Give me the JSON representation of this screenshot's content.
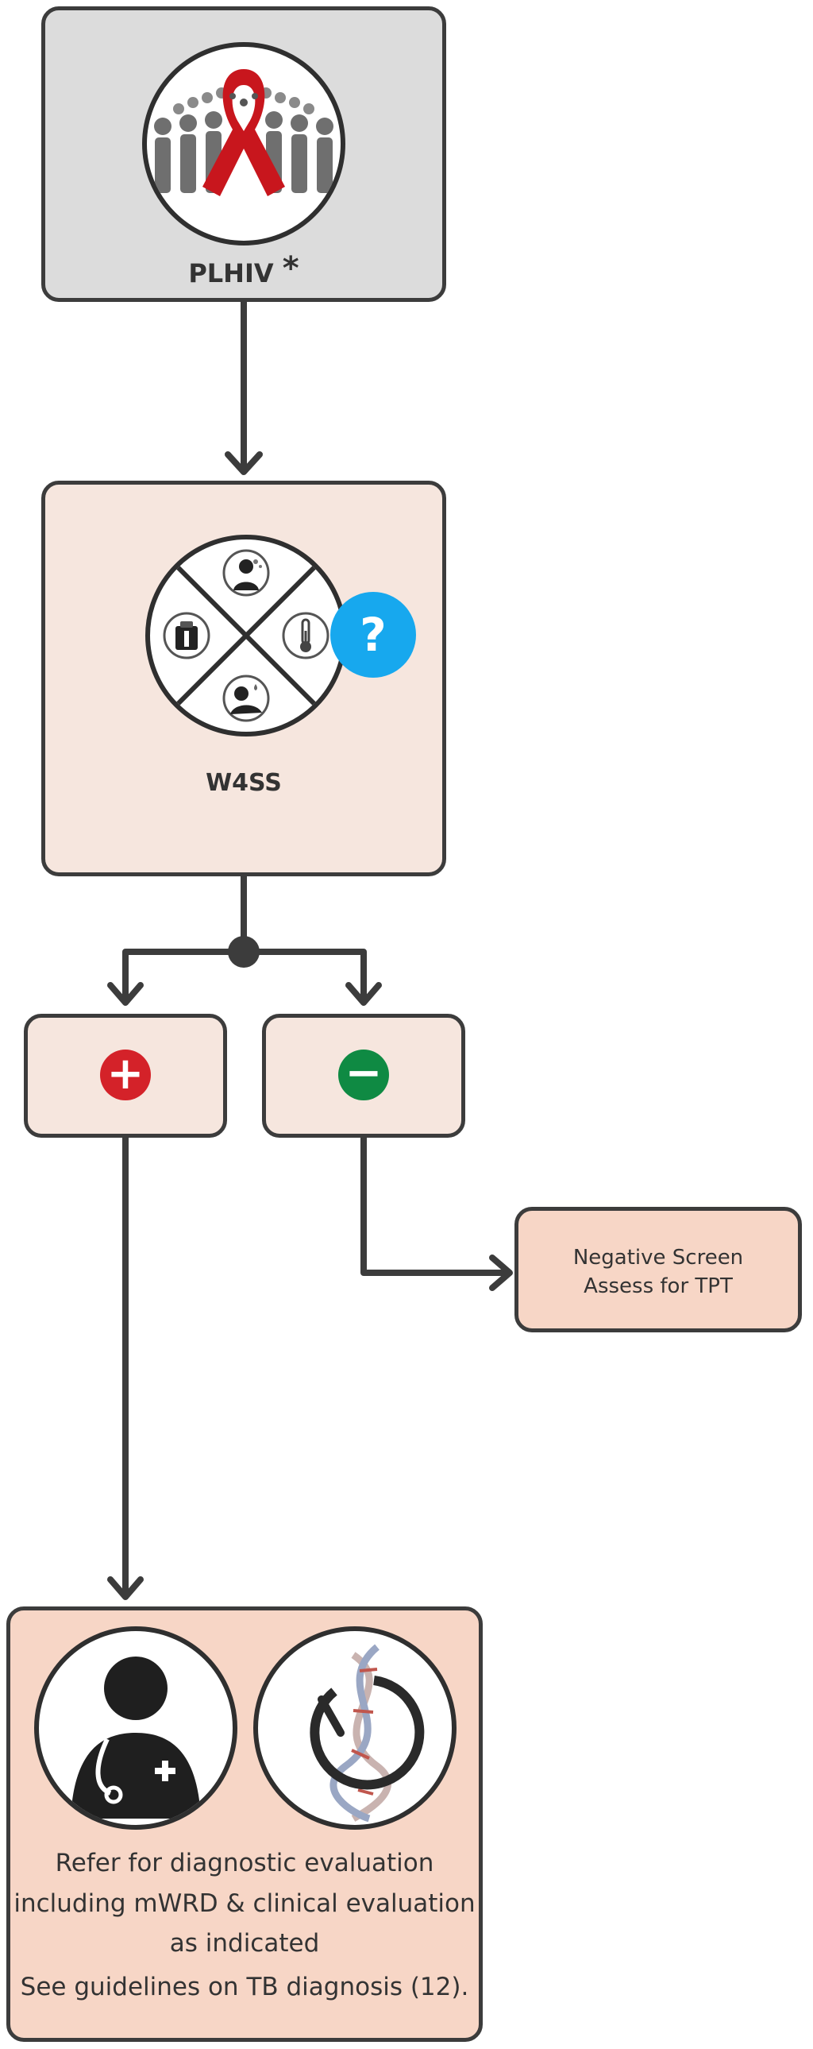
{
  "nodes": {
    "plhiv": {
      "label": "PLHIV",
      "mark": "*"
    },
    "w4ss": {
      "label": "W4SS",
      "help_glyph": "?"
    },
    "positive": {
      "glyph": "+"
    },
    "negative": {
      "glyph": "−"
    },
    "negative_outcome": {
      "line1": "Negative Screen",
      "line2": "Assess for TPT"
    },
    "refer": {
      "line1": "Refer for diagnostic evaluation",
      "line2": "including mWRD & clinical evaluation",
      "line3": "as indicated",
      "line4": "See guidelines on TB diagnosis (12)."
    }
  },
  "icons": [
    "crowd-red-ribbon-icon",
    "cough-icon",
    "fever-thermometer-icon",
    "night-sweats-icon",
    "weight-loss-icon",
    "help-icon",
    "doctor-icon",
    "molecular-test-icon"
  ],
  "colors": {
    "positive": "#d42229",
    "negative": "#0f8a43",
    "help": "#17a8ee",
    "ribbon": "#c8161d"
  }
}
